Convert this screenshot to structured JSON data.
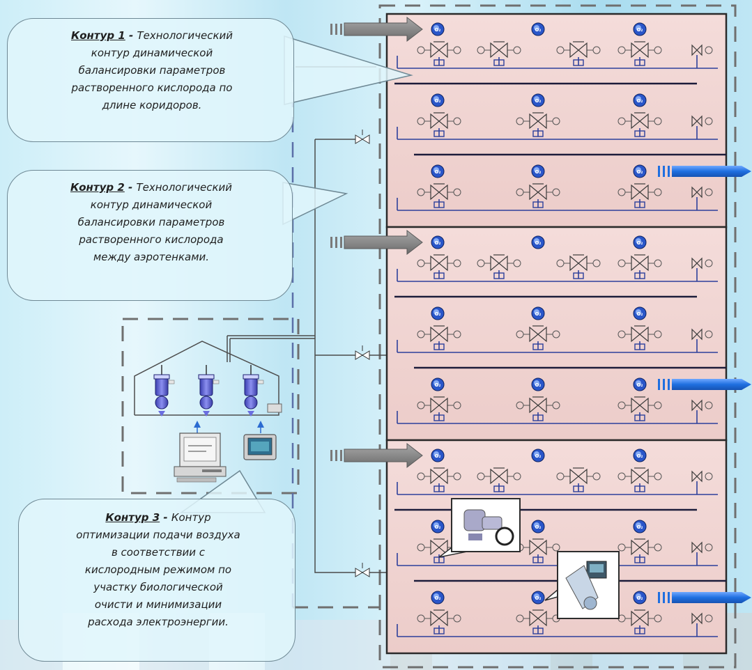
{
  "callouts": [
    {
      "title": "Контур 1",
      "separator": " - ",
      "lines": [
        "Технологический",
        "контур динамической",
        "балансировки параметров",
        "растворенного кислорода по",
        "длине коридоров."
      ]
    },
    {
      "title": "Контур 2",
      "separator": " - ",
      "lines": [
        "Технологический",
        "контур динамической",
        "балансировки параметров",
        "растворенного кислорода",
        "между  аэротенками."
      ]
    },
    {
      "title": "Контур 3",
      "separator": " - ",
      "lines": [
        "Контур",
        "оптимизации подачи воздуха",
        "в соответствии с",
        "кислородным режимом по",
        "участку биологической",
        "очисти и минимизации",
        "расхода электроэнергии."
      ]
    }
  ],
  "sensor_label": "O₂",
  "aeration_tanks": 3,
  "corridors_per_tank": 3,
  "blower_count": 3,
  "icons": {
    "inlet": "gray-flow-arrow-icon",
    "outlet": "blue-flow-arrow-icon",
    "sensor": "oxygen-sensor-icon",
    "valve": "control-valve-icon",
    "blower": "air-blower-icon",
    "computer": "computer-workstation-icon",
    "panel": "operator-panel-icon",
    "actuator": "valve-actuator-photo-icon",
    "probe": "oxygen-probe-photo-icon"
  },
  "colors": {
    "tank_fill": "#f2d7d5",
    "tank_border": "#2a2a2a",
    "pipe": "#2c3f9b",
    "inlet_arrow": "#808080",
    "outlet_arrow": "#1f6fe0",
    "dashed": "#6f6f6f"
  }
}
